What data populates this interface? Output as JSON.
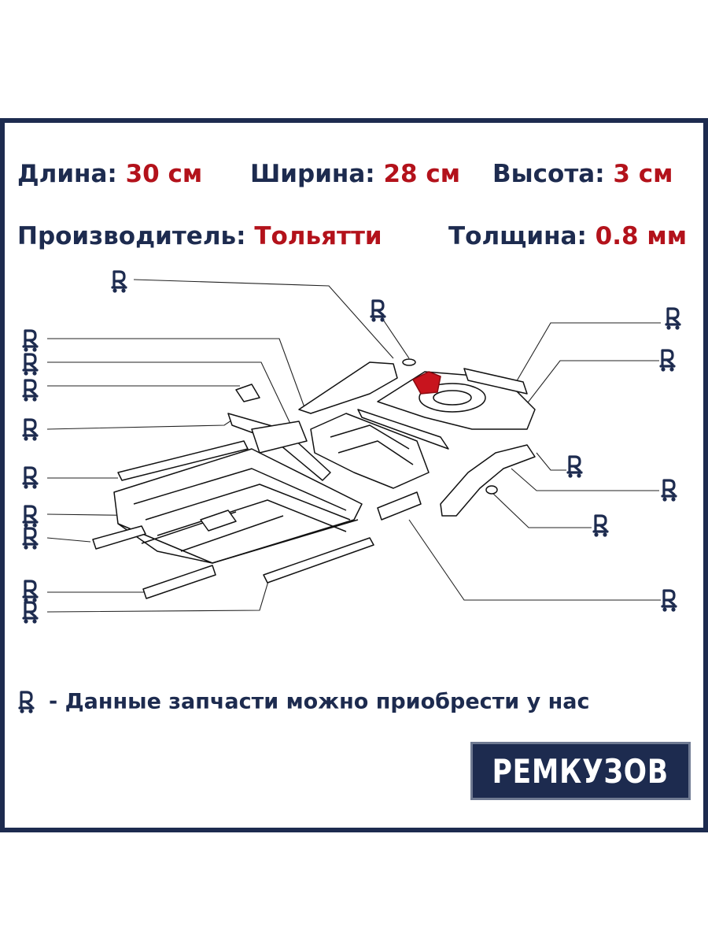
{
  "specs": {
    "length": {
      "label": "Длина:",
      "value": "30 см"
    },
    "width": {
      "label": "Ширина:",
      "value": "28 см"
    },
    "height": {
      "label": "Высота:",
      "value": "3 см"
    },
    "maker": {
      "label": "Производитель:",
      "value": "Тольятти"
    },
    "thickness": {
      "label": "Толщина:",
      "value": "0.8 мм"
    }
  },
  "footnote": {
    "text": "- Данные запчасти можно приобрести у нас",
    "icon": "r-cart-icon"
  },
  "logo": {
    "text": "РЕМКУЗОВ"
  },
  "colors": {
    "navy": "#1d2b4f",
    "red": "#b3121b",
    "highlight": "#c8141e"
  }
}
